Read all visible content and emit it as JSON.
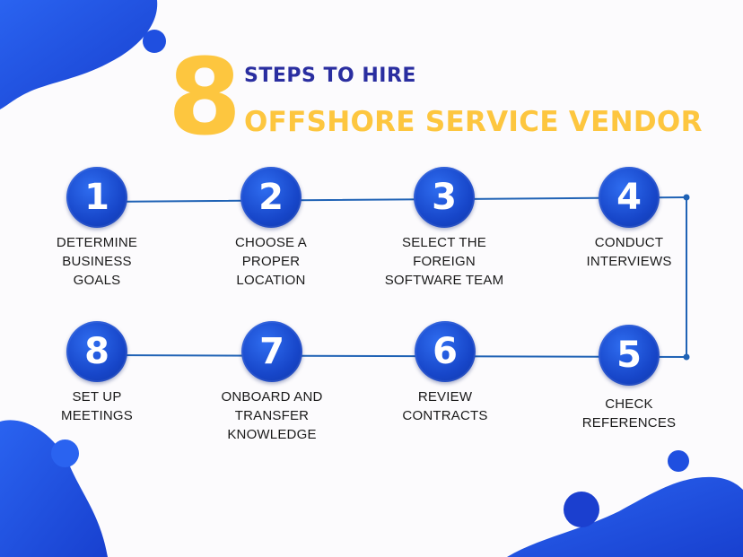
{
  "title": {
    "number": "8",
    "line1": "STEPS TO HIRE",
    "line2": "OFFSHORE SERVICE VENDOR"
  },
  "colors": {
    "accent_yellow": "#fdc63f",
    "title_navy": "#2a2ea0",
    "circle_blue": "#1746c9",
    "connector_blue": "#1f62b5",
    "blob_blue": "#1d4fe0"
  },
  "steps": [
    {
      "number": "1",
      "lines": [
        "DETERMINE",
        "BUSINESS",
        "GOALS"
      ]
    },
    {
      "number": "2",
      "lines": [
        "CHOOSE A",
        "PROPER",
        "LOCATION"
      ]
    },
    {
      "number": "3",
      "lines": [
        "SELECT THE",
        "FOREIGN",
        "SOFTWARE TEAM"
      ]
    },
    {
      "number": "4",
      "lines": [
        "CONDUCT",
        "INTERVIEWS"
      ]
    },
    {
      "number": "5",
      "lines": [
        "CHECK",
        "REFERENCES"
      ]
    },
    {
      "number": "6",
      "lines": [
        "REVIEW",
        "CONTRACTS"
      ]
    },
    {
      "number": "7",
      "lines": [
        "ONBOARD AND",
        "TRANSFER",
        "KNOWLEDGE"
      ]
    },
    {
      "number": "8",
      "lines": [
        "SET UP",
        "MEETINGS"
      ]
    }
  ]
}
